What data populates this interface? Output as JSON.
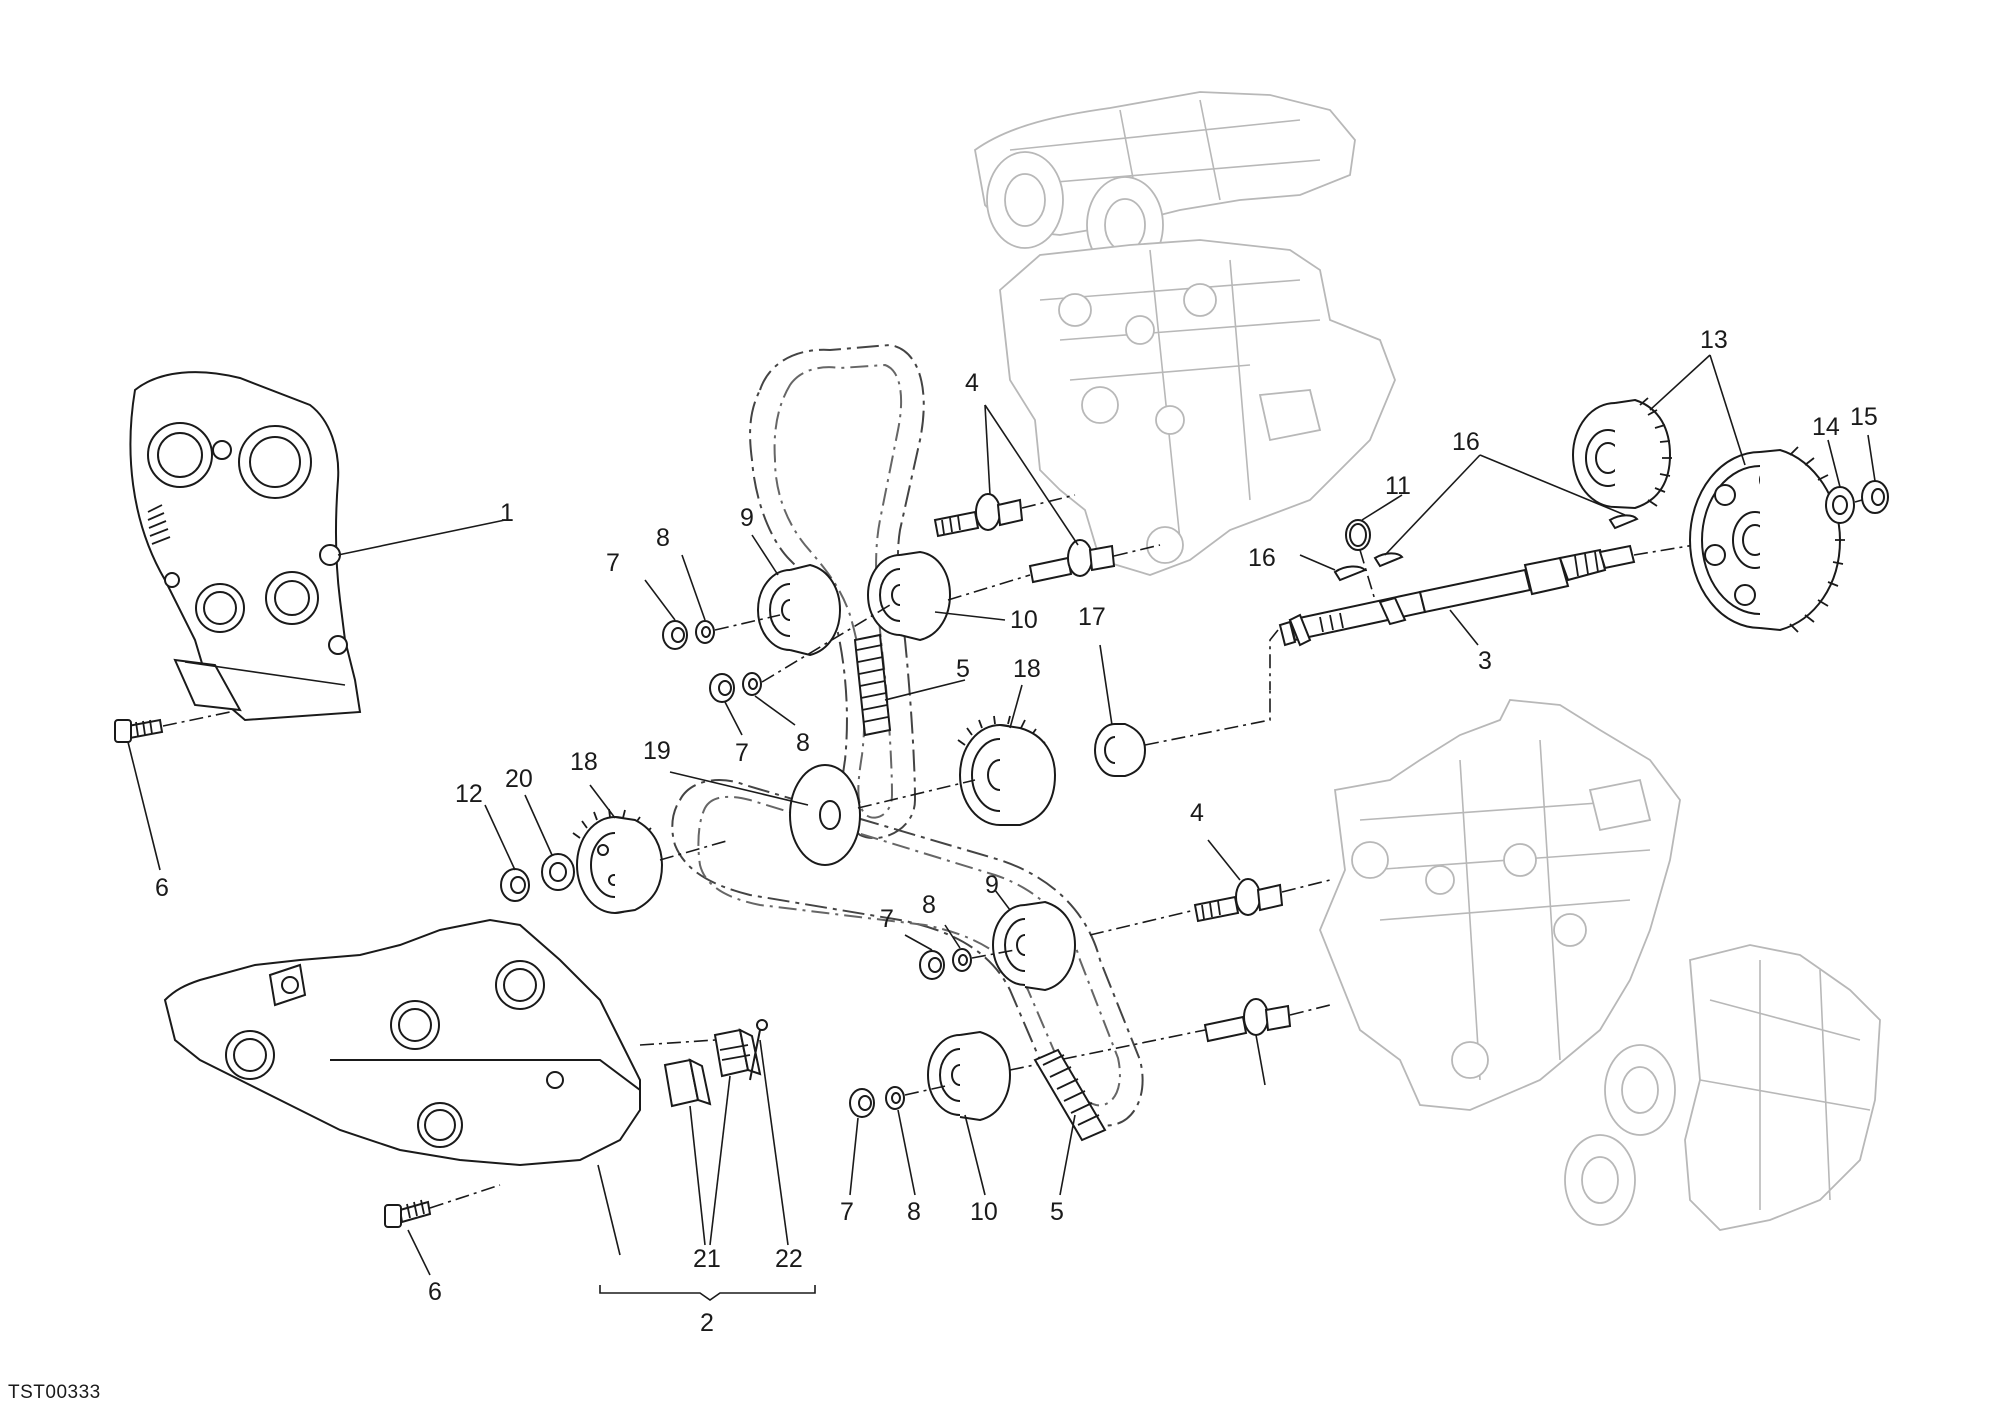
{
  "diagram_code": "TST00333",
  "callouts": [
    {
      "id": "c1",
      "label": "1"
    },
    {
      "id": "c2",
      "label": "2"
    },
    {
      "id": "c3",
      "label": "3"
    },
    {
      "id": "c4a",
      "label": "4"
    },
    {
      "id": "c4b",
      "label": "4"
    },
    {
      "id": "c5a",
      "label": "5"
    },
    {
      "id": "c5b",
      "label": "5"
    },
    {
      "id": "c6a",
      "label": "6"
    },
    {
      "id": "c6b",
      "label": "6"
    },
    {
      "id": "c7a",
      "label": "7"
    },
    {
      "id": "c7b",
      "label": "7"
    },
    {
      "id": "c7c",
      "label": "7"
    },
    {
      "id": "c7d",
      "label": "7"
    },
    {
      "id": "c8a",
      "label": "8"
    },
    {
      "id": "c8b",
      "label": "8"
    },
    {
      "id": "c8c",
      "label": "8"
    },
    {
      "id": "c8d",
      "label": "8"
    },
    {
      "id": "c9a",
      "label": "9"
    },
    {
      "id": "c9b",
      "label": "9"
    },
    {
      "id": "c10a",
      "label": "10"
    },
    {
      "id": "c10b",
      "label": "10"
    },
    {
      "id": "c11",
      "label": "11"
    },
    {
      "id": "c12",
      "label": "12"
    },
    {
      "id": "c13",
      "label": "13"
    },
    {
      "id": "c14",
      "label": "14"
    },
    {
      "id": "c15",
      "label": "15"
    },
    {
      "id": "c16a",
      "label": "16"
    },
    {
      "id": "c16b",
      "label": "16"
    },
    {
      "id": "c17",
      "label": "17"
    },
    {
      "id": "c18a",
      "label": "18"
    },
    {
      "id": "c18b",
      "label": "18"
    },
    {
      "id": "c19",
      "label": "19"
    },
    {
      "id": "c20",
      "label": "20"
    },
    {
      "id": "c21",
      "label": "21"
    },
    {
      "id": "c22",
      "label": "22"
    }
  ]
}
